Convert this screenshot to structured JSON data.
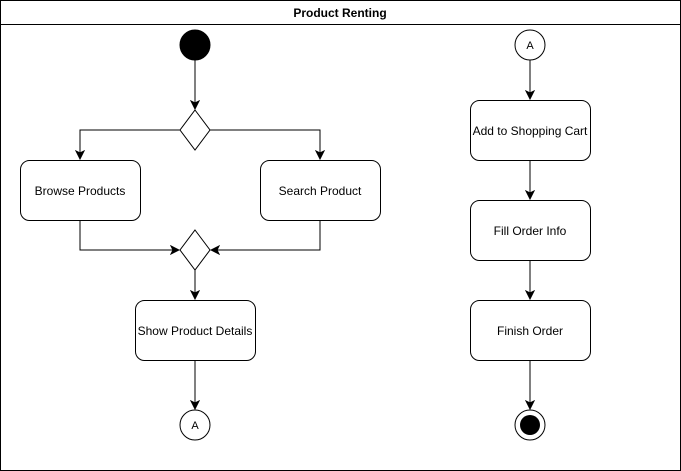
{
  "diagram": {
    "title": "Product Renting",
    "actions": {
      "browse": "Browse Products",
      "search": "Search Product",
      "details": "Show Product Details",
      "add_cart": "Add to Shopping Cart",
      "fill_order": "Fill Order Info",
      "finish": "Finish Order"
    },
    "connectors": {
      "out": "A",
      "in": "A"
    }
  }
}
